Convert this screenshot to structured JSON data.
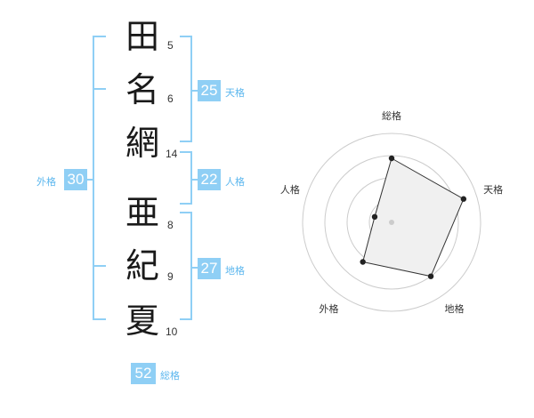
{
  "characters": [
    {
      "char": "田",
      "strokes": "5"
    },
    {
      "char": "名",
      "strokes": "6"
    },
    {
      "char": "網",
      "strokes": "14"
    },
    {
      "char": "亜",
      "strokes": "8"
    },
    {
      "char": "紀",
      "strokes": "9"
    },
    {
      "char": "夏",
      "strokes": "10"
    }
  ],
  "fortunes": {
    "tenkaku": {
      "value": "25",
      "label": "天格"
    },
    "jinkaku": {
      "value": "22",
      "label": "人格"
    },
    "chikaku": {
      "value": "27",
      "label": "地格"
    },
    "gaikaku": {
      "value": "30",
      "label": "外格"
    },
    "soukaku": {
      "value": "52",
      "label": "総格"
    }
  },
  "radar": {
    "axes": [
      "総格",
      "天格",
      "地格",
      "外格",
      "人格"
    ],
    "values": [
      0.72,
      0.85,
      0.75,
      0.55,
      0.2
    ],
    "stroke_color": "#333333",
    "fill_color": "#f0f0f0",
    "ring_color": "#cccccc"
  },
  "colors": {
    "accent": "#8fcff5",
    "accent_text": "#5cb7ee"
  }
}
